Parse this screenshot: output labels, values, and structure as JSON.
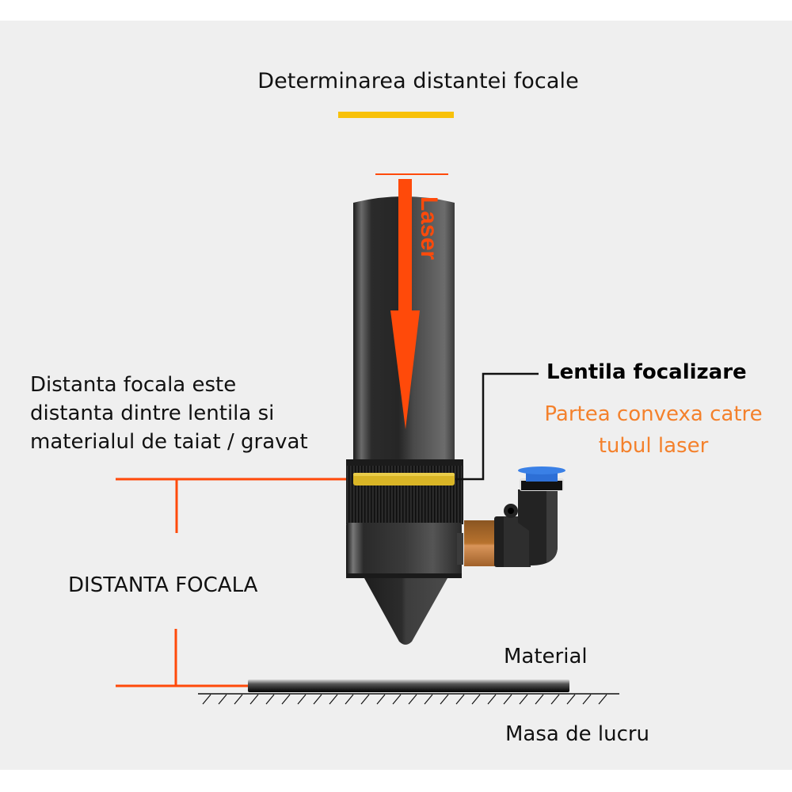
{
  "title": "Determinarea distantei focale",
  "colors": {
    "background": "#efefef",
    "title_underline": "#f8c10a",
    "laser_orange": "#ff4a0a",
    "dimension_line": "#ff4a0a",
    "lens_yellow": "#d9b526",
    "sub_text_orange": "#f4812c",
    "fitting_blue": "#2d6fd6",
    "brass": "#b8732e"
  },
  "laser_label": "Laser",
  "description": {
    "lines": [
      "Distanta focala este",
      "distanta dintre lentila si",
      "materialul de taiat / gravat"
    ]
  },
  "lens": {
    "label": "Lentila focalizare",
    "sub_lines": [
      "Partea convexa catre",
      "tubul laser"
    ]
  },
  "focal_distance_label": "DISTANTA FOCALA",
  "material_label": "Material",
  "work_table_label": "Masa de lucru"
}
